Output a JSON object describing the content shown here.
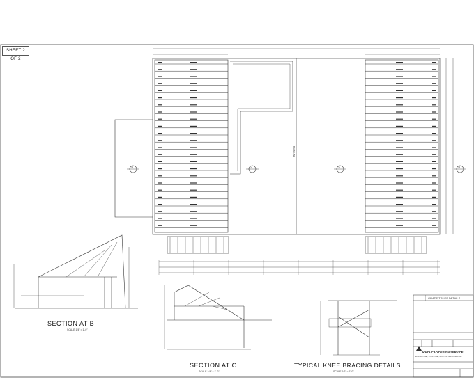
{
  "sheet": {
    "label": "SHEET 2 OF 2"
  },
  "sections": {
    "b": {
      "title": "SECTION AT B",
      "scale": "SCALE 1/4\" = 1'-0\""
    },
    "c": {
      "title": "SECTION AT C",
      "scale": "SCALE 1/4\" = 1'-0\""
    },
    "knee": {
      "title": "TYPICAL KNEE BRACING DETAILS",
      "scale": "SCALE 1/2\" = 1'-0\""
    }
  },
  "title_block": {
    "project": "GRADE TRUSS DETAILS",
    "company": "IKAZA CAD DESIGN SERVICE",
    "company_sub": "ARCHITECTURAL, STRUCTURAL, MEP, CIVIL DESIGN DRAFTING"
  },
  "plan": {
    "center_label": "BEAM LINE",
    "markers": [
      "B",
      "C",
      "C",
      "B"
    ]
  },
  "colors": {
    "line": "#333333",
    "paper": "#ffffff"
  }
}
